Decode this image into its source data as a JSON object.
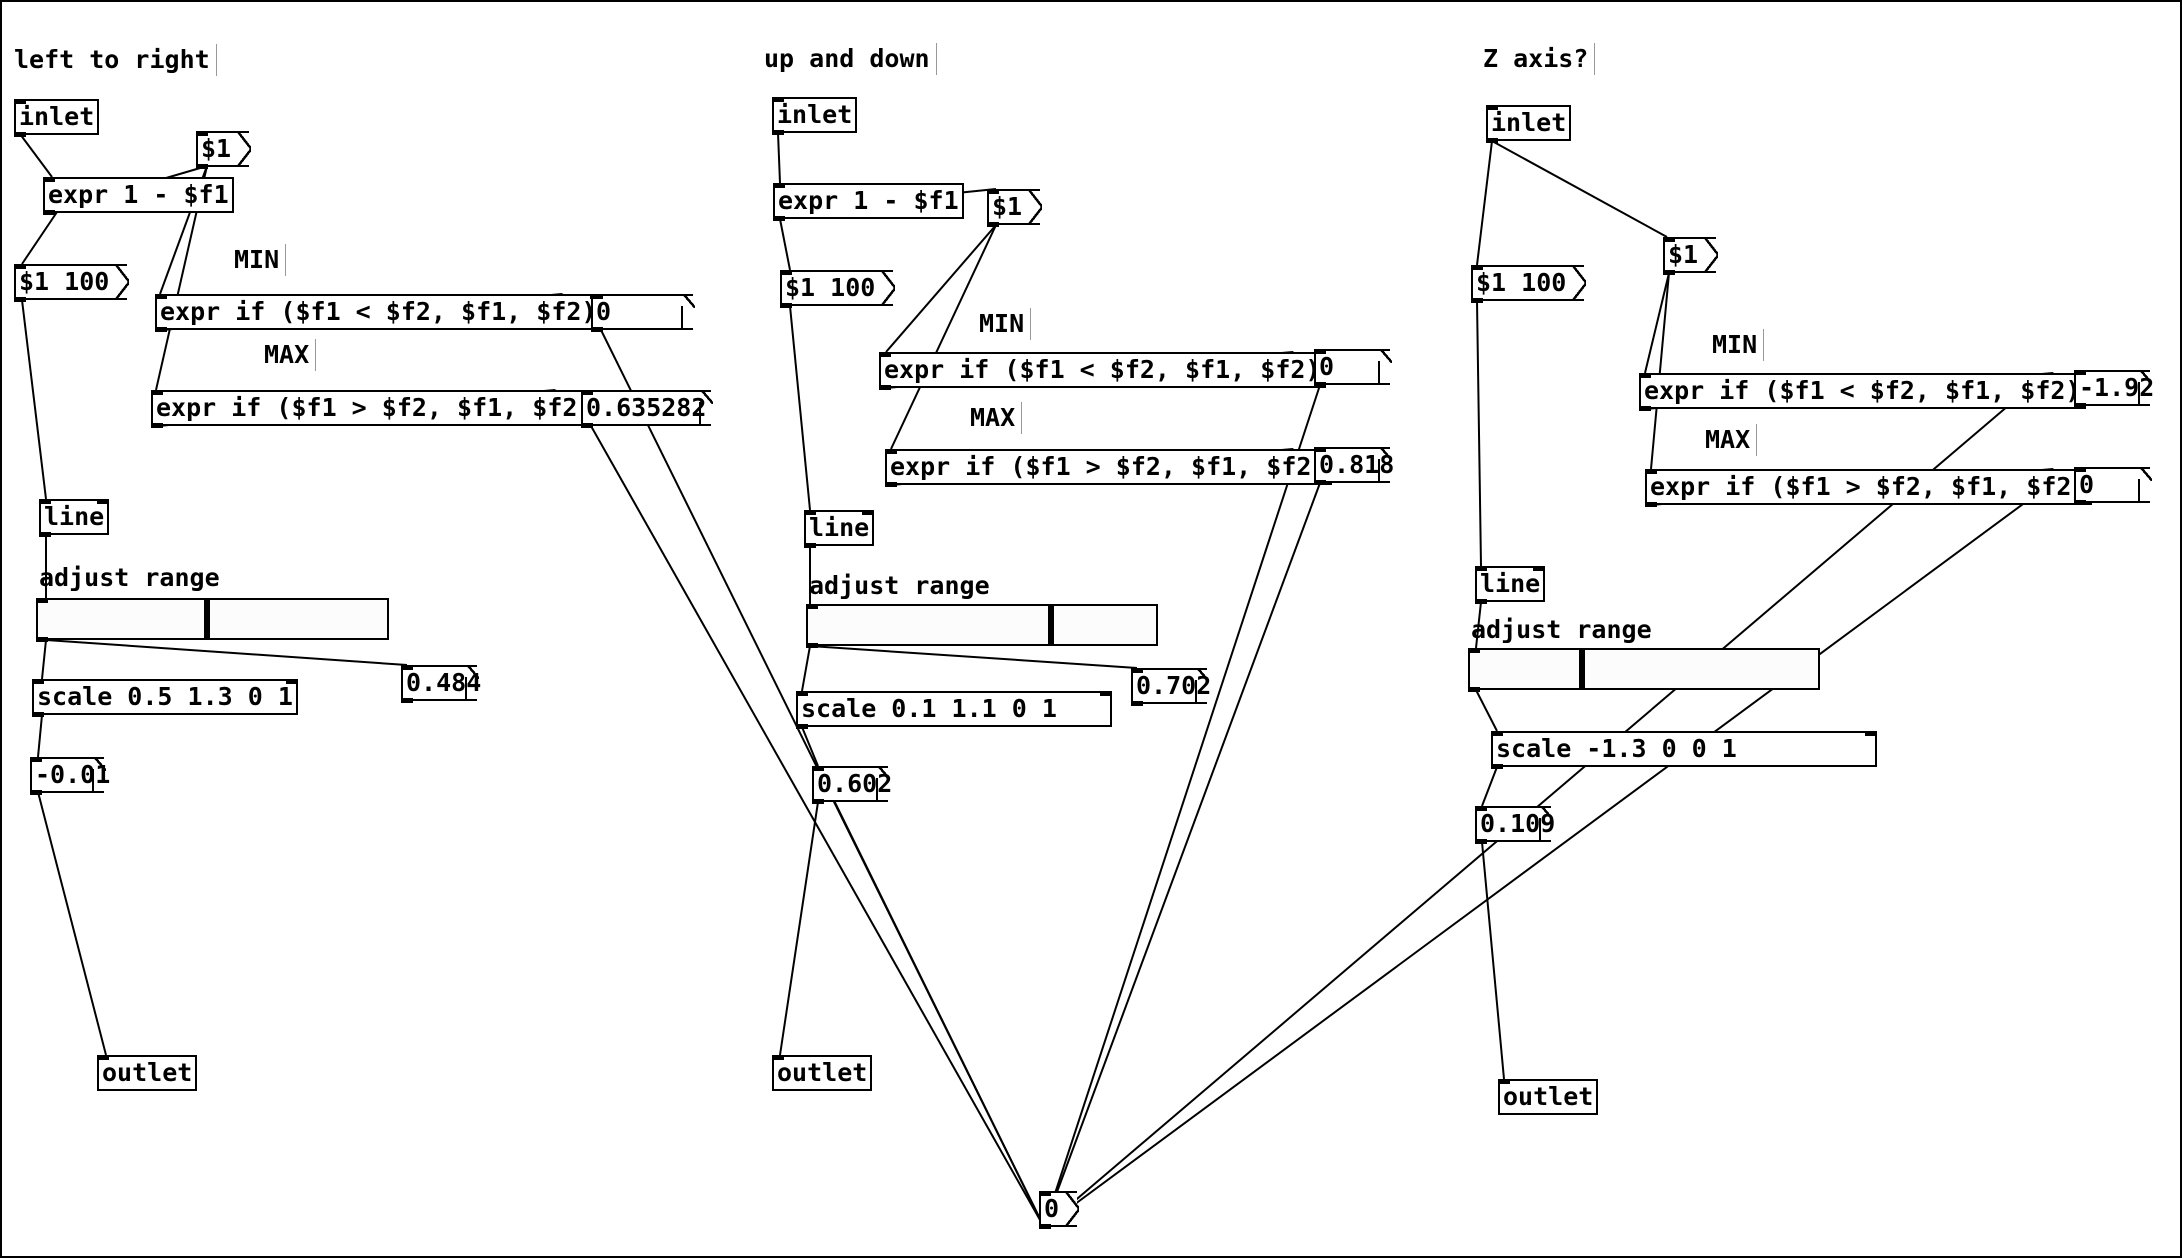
{
  "section_left": {
    "title": "left to right",
    "inlet": "inlet",
    "msg_dollar": "$1",
    "expr_invert": "expr 1 - $f1",
    "msg_ramp": "$1 100",
    "label_min": "MIN",
    "expr_min": "expr if ($f1 < $f2, $f1, $f2)",
    "min_value": "0",
    "label_max": "MAX",
    "expr_max": "expr if ($f1 > $f2, $f1, $f2)",
    "max_value": "0.635282",
    "line": "line",
    "label_adjust": "adjust range",
    "slider_value": 0.484,
    "slider_readout": "0.484",
    "scale": "scale 0.5 1.3 0 1",
    "output_value": "-0.01",
    "outlet": "outlet"
  },
  "section_middle": {
    "title": "up and down",
    "inlet": "inlet",
    "msg_dollar": "$1",
    "expr_invert": "expr 1 - $f1",
    "msg_ramp": "$1 100",
    "label_min": "MIN",
    "expr_min": "expr if ($f1 < $f2, $f1, $f2)",
    "min_value": "0",
    "label_max": "MAX",
    "expr_max": "expr if ($f1 > $f2, $f1, $f2)",
    "max_value": "0.818",
    "line": "line",
    "label_adjust": "adjust range",
    "slider_value": 0.702,
    "slider_readout": "0.702",
    "scale": "scale 0.1 1.1 0 1",
    "output_value": "0.602",
    "outlet": "outlet"
  },
  "section_right": {
    "title": "Z axis?",
    "inlet": "inlet",
    "msg_dollar": "$1",
    "msg_ramp": "$1 100",
    "label_min": "MIN",
    "expr_min": "expr if ($f1 < $f2, $f1, $f2)",
    "min_value": "-1.92",
    "label_max": "MAX",
    "expr_max": "expr if ($f1 > $f2, $f1, $f2)",
    "max_value": "0",
    "line": "line",
    "label_adjust": "adjust range",
    "slider_value": 0.32,
    "scale": "scale -1.3 0 0 1",
    "output_value": "0.109",
    "outlet": "outlet"
  },
  "reset_message": "0"
}
